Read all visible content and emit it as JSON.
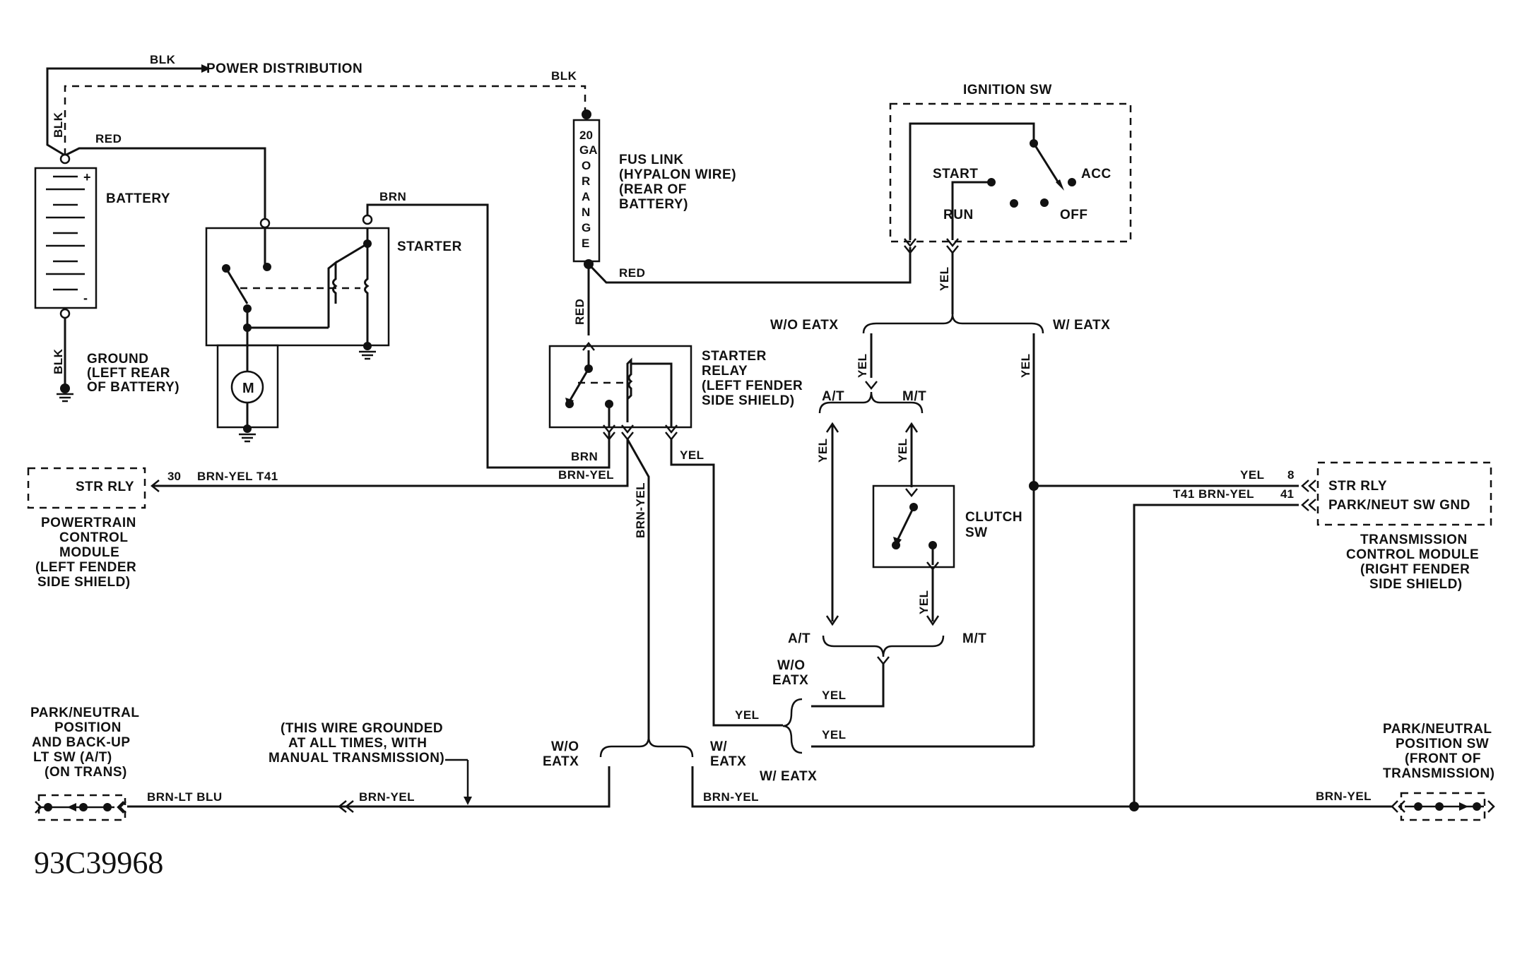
{
  "labels": {
    "power_distribution": "POWER DISTRIBUTION",
    "battery": "BATTERY",
    "starter": "STARTER",
    "ground": [
      "GROUND",
      "(LEFT REAR",
      "OF BATTERY)"
    ],
    "fuse_link": [
      "FUS LINK",
      "(HYPALON WIRE)",
      "(REAR OF",
      "BATTERY)"
    ],
    "fuse_text": [
      "20",
      "GA",
      "O",
      "R",
      "A",
      "N",
      "G",
      "E"
    ],
    "ignition_sw": "IGNITION SW",
    "start": "START",
    "acc": "ACC",
    "run": "RUN",
    "off": "OFF",
    "starter_relay": [
      "STARTER",
      "RELAY",
      "(LEFT FENDER",
      "SIDE SHIELD)"
    ],
    "wo_eatx": "W/O EATX",
    "w_eatx": "W/ EATX",
    "at": "A/T",
    "mt": "M/T",
    "clutch_sw": [
      "CLUTCH",
      "SW"
    ],
    "str_rly": "STR RLY",
    "pcm": [
      "POWERTRAIN",
      "CONTROL",
      "MODULE",
      "(LEFT FENDER",
      "SIDE SHIELD)"
    ],
    "tcm_str_rly": "STR RLY",
    "tcm_park": "PARK/NEUT SW GND",
    "tcm": [
      "TRANSMISSION",
      "CONTROL MODULE",
      "(RIGHT FENDER",
      "SIDE SHIELD)"
    ],
    "wo_eatx_split": [
      "W/O",
      "EATX"
    ],
    "w_eatx_split": [
      "W/",
      "EATX"
    ],
    "pn_backup": [
      "PARK/NEUTRAL",
      "POSITION",
      "AND BACK-UP",
      "LT SW (A/T)",
      "(ON TRANS)"
    ],
    "wire_grounded": [
      "(THIS WIRE GROUNDED",
      "AT ALL TIMES, WITH",
      "MANUAL TRANSMISSION)"
    ],
    "pn_sw": [
      "PARK/NEUTRAL",
      "POSITION SW",
      "(FRONT OF",
      "TRANSMISSION)"
    ],
    "diagram_code": "93C39968"
  },
  "wire_colors": {
    "blk": "BLK",
    "red": "RED",
    "brn": "BRN",
    "yel": "YEL",
    "brn_yel": "BRN-YEL",
    "brn_yel_t41": "BRN-YEL T41",
    "t41_brn_yel": "T41 BRN-YEL",
    "brn_lt_blu": "BRN-LT BLU"
  },
  "pins": {
    "pcm_str_rly": "30",
    "tcm_str_rly": "8",
    "tcm_park_neut": "41"
  },
  "motor_symbol": "M"
}
